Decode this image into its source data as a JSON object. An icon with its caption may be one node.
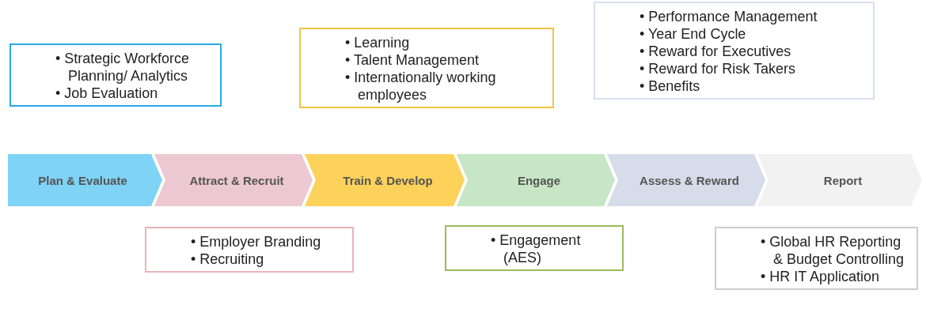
{
  "diagram": {
    "nodes": [
      {
        "text": [
          "Plan & Evaluate"
        ]
      },
      {
        "text": [
          "Attract & Recruit"
        ]
      },
      {
        "text": [
          "Train & Develop"
        ]
      },
      {
        "text": [
          "Engage"
        ]
      },
      {
        "text": [
          "Assess & Reward"
        ]
      },
      {
        "text": [
          "Report"
        ]
      },
      {
        "text": [
          "• Strategic Workforce Planning/ Analytics",
          "• Job Evaluation"
        ]
      },
      {
        "text": [
          "• Learning",
          "• Talent Management",
          "• Internationally working employees"
        ]
      },
      {
        "text": [
          "• Performance Management",
          "• Year End Cycle",
          "• Reward for Executives",
          "• Reward for Risk Takers",
          "• Benefits"
        ]
      },
      {
        "text": [
          "• Employer Branding",
          "• Recruiting"
        ]
      },
      {
        "text": [
          "• Engagement (AES)"
        ]
      },
      {
        "text": [
          "• Global HR Reporting & Budget Controlling",
          "• HR IT Application"
        ]
      }
    ],
    "edges": []
  }
}
